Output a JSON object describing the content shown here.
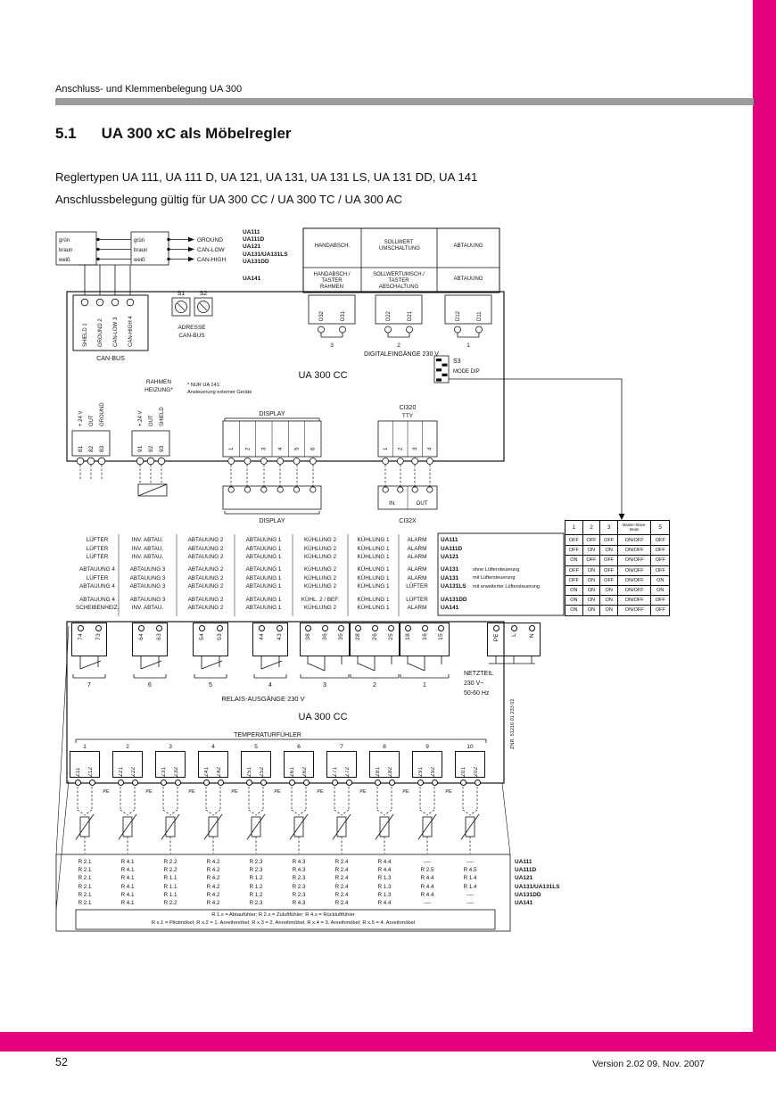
{
  "page": {
    "header_title": "Anschluss- und Klemmenbelegung UA 300",
    "section_number": "5.1",
    "section_title": "UA 300 xC als Möbelregler",
    "intro_line1": "Reglertypen UA 111, UA 111 D, UA 121, UA 131, UA 131 LS, UA 131 DD, UA 141",
    "intro_line2": "Anschlussbelegung gültig für UA 300 CC / UA 300 TC / UA 300 AC",
    "page_number": "52",
    "version_info": "Version 2.02   09. Nov. 2007",
    "accent_color": "#e5007d"
  },
  "cable": {
    "left_labels": [
      "grün",
      "braun",
      "weiß"
    ],
    "mid_labels": [
      "grün",
      "braun",
      "weiß"
    ],
    "signal_labels": [
      "GROUND",
      "CAN-LOW",
      "CAN-HIGH"
    ]
  },
  "canbus": {
    "terminal_labels": [
      "SHIELD  1",
      "GROUND  2",
      "CAN-LOW  3",
      "CAN-HIGH  4"
    ],
    "label": "CAN-BUS",
    "s1": "S1",
    "s2": "S2",
    "address_line1": "ADRESSE",
    "address_line2": "CAN-BUS"
  },
  "din": {
    "models_row1": [
      "UA111",
      "UA111D",
      "UA121",
      "UA131/UA131LS",
      "UA131DD"
    ],
    "model_row2": "UA141",
    "row1_cells": [
      "HANDABSCH.",
      "SOLLWERT UMSCHALTUNG",
      "ABTAUUNG"
    ],
    "row2_cells": [
      "HANDABSCH./ TASTER RAHMEN",
      "SOLLWERTUMSCH./ TASTER ABSCHALTUNG",
      "ABTAUUNG"
    ],
    "terminals": [
      "D32",
      "D31",
      "D22",
      "D21",
      "D12",
      "D11"
    ],
    "group_numbers": [
      "3",
      "2",
      "1"
    ],
    "caption": "DIGITALEINGÄNGE 230 V"
  },
  "unit": {
    "name_top": "UA 300 CC",
    "name_bottom": "UA 300 CC"
  },
  "mode_dip": {
    "s3": "S3",
    "label": "MODE DIP"
  },
  "rahmen": {
    "line1": "RAHMEN",
    "line2": "HEIZUNG*",
    "note_line1": "* NUR UA 141:",
    "note_line2": "Ansteuerung externer Geräte"
  },
  "aux": {
    "signals": [
      "+ 24 V",
      "OUT",
      "GROUND",
      "+ 24 V",
      "OUT",
      "SHIELD"
    ],
    "terminals": [
      "81",
      "82",
      "83",
      "91",
      "92",
      "93"
    ]
  },
  "display_top": {
    "label": "DISPLAY",
    "terminals": [
      "1",
      "2",
      "3",
      "4",
      "5",
      "6"
    ]
  },
  "ci320": {
    "line1": "CI320",
    "line2": "TTY",
    "terminals": [
      "1",
      "2",
      "3",
      "4"
    ]
  },
  "display_bottom": {
    "label": "DISPLAY"
  },
  "ci32x": {
    "label": "CI32X",
    "in_label": "IN.",
    "out_label": "OUT"
  },
  "function_table": {
    "groups": [
      {
        "rows": [
          {
            "cells": [
              "LÜFTER",
              "INV. ABTAU.",
              "ABTAUUNG 2",
              "ABTAUUNG 1",
              "KÜHLUNG 2",
              "KÜHLUNG 1",
              "ALARM"
            ],
            "model": "UA111",
            "suffix": ""
          },
          {
            "cells": [
              "LÜFTER",
              "INV. ABTAU.",
              "ABTAUUNG 2",
              "ABTAUUNG 1",
              "KÜHLUNG 2",
              "KÜHLUNG 1",
              "ALARM"
            ],
            "model": "UA111D",
            "suffix": ""
          },
          {
            "cells": [
              "LÜFTER",
              "INV. ABTAU.",
              "ABTAUUNG 2",
              "ABTAUUNG 1",
              "KÜHLUNG 2",
              "KÜHLUNG 1",
              "ALARM"
            ],
            "model": "UA121",
            "suffix": ""
          }
        ]
      },
      {
        "rows": [
          {
            "cells": [
              "ABTAUUNG 4",
              "ABTAUUNG 3",
              "ABTAUUNG 2",
              "ABTAUUNG 1",
              "KÜHLUNG 2",
              "KÜHLUNG 1",
              "ALARM"
            ],
            "model": "UA131",
            "suffix": "ohne Lüftersteuerung"
          },
          {
            "cells": [
              "LÜFTER",
              "ABTAUUNG 3",
              "ABTAUUNG 2",
              "ABTAUUNG 1",
              "KÜHLUNG 2",
              "KÜHLUNG 1",
              "ALARM"
            ],
            "model": "UA131",
            "suffix": "mit Lüftersteuerung"
          },
          {
            "cells": [
              "ABTAUUNG 4",
              "ABTAUUNG 3",
              "ABTAUUNG 2",
              "ABTAUUNG 1",
              "KÜHLUNG 2",
              "KÜHLUNG 1",
              "LÜFTER"
            ],
            "model": "UA131LS",
            "suffix": "mit erweiterter Lüftersteuerung"
          }
        ]
      },
      {
        "rows": [
          {
            "cells": [
              "ABTAUUNG 4",
              "ABTAUUNG 3",
              "ABTAUUNG 2",
              "ABTAUUNG 1",
              "KÜHL. 2 / BEF.",
              "KÜHLUNG 1",
              "LÜFTER"
            ],
            "model": "UA131DD",
            "suffix": ""
          },
          {
            "cells": [
              "SCHEIBENHEIZ.",
              "INV. ABTAU.",
              "ABTAUUNG 2",
              "ABTAUUNG 1",
              "KÜHLUNG 2",
              "KÜHLUNG 1",
              "ALARM"
            ],
            "model": "UA141",
            "suffix": ""
          }
        ]
      }
    ]
  },
  "mode_table": {
    "headers": [
      "1",
      "2",
      "3",
      "Master-Slave-Mode",
      "5"
    ],
    "rows": [
      [
        "OFF",
        "OFF",
        "OFF",
        "ON/OFF",
        "OFF"
      ],
      [
        "OFF",
        "ON",
        "ON",
        "ON/OFF",
        "OFF"
      ],
      [
        "ON",
        "OFF",
        "OFF",
        "ON/OFF",
        "OFF"
      ],
      [
        "OFF",
        "ON",
        "OFF",
        "ON/OFF",
        "OFF"
      ],
      [
        "OFF",
        "ON",
        "OFF",
        "ON/OFF",
        "ON"
      ],
      [
        "ON",
        "ON",
        "ON",
        "ON/OFF",
        "ON"
      ],
      [
        "ON",
        "ON",
        "ON",
        "ON/OFF",
        "OFF"
      ],
      [
        "ON",
        "ON",
        "ON",
        "ON/OFF",
        "OFF"
      ]
    ]
  },
  "relais": {
    "groups": [
      {
        "num": "7",
        "terminals": [
          "74",
          "73"
        ]
      },
      {
        "num": "6",
        "terminals": [
          "64",
          "63"
        ]
      },
      {
        "num": "5",
        "terminals": [
          "54",
          "53"
        ]
      },
      {
        "num": "4",
        "terminals": [
          "44",
          "43"
        ]
      },
      {
        "num": "3",
        "terminals": [
          "38",
          "36",
          "35"
        ]
      },
      {
        "num": "2",
        "terminals": [
          "28",
          "26",
          "25"
        ]
      },
      {
        "num": "1",
        "terminals": [
          "18",
          "16",
          "15"
        ]
      }
    ],
    "power_terminals": [
      "PE",
      "L",
      "N"
    ],
    "caption": "RELAIS-AUSGÄNGE 230 V",
    "netzteil": [
      "NETZTEIL",
      "230 V~",
      "50-60 Hz"
    ]
  },
  "znr": "ZNR. 51216 01 233 02",
  "temp": {
    "caption": "TEMPERATURFÜHLER",
    "groups": [
      {
        "num": "1",
        "terminals": [
          "Z11",
          "Z12"
        ]
      },
      {
        "num": "2",
        "terminals": [
          "Z21",
          "Z22"
        ]
      },
      {
        "num": "3",
        "terminals": [
          "Z31",
          "Z32"
        ]
      },
      {
        "num": "4",
        "terminals": [
          "Z41",
          "Z42"
        ]
      },
      {
        "num": "5",
        "terminals": [
          "Z51",
          "Z52"
        ]
      },
      {
        "num": "6",
        "terminals": [
          "Z61",
          "Z62"
        ]
      },
      {
        "num": "7",
        "terminals": [
          "Z71",
          "Z72"
        ]
      },
      {
        "num": "8",
        "terminals": [
          "Z81",
          "Z82"
        ]
      },
      {
        "num": "9",
        "terminals": [
          "Z91",
          "Z92"
        ]
      },
      {
        "num": "10",
        "terminals": [
          "Z01",
          "Z02"
        ]
      }
    ],
    "pe_labels": [
      "PE",
      "PE",
      "PE",
      "PE",
      "PE",
      "PE",
      "PE",
      "PE",
      "PE"
    ]
  },
  "sensor_table": {
    "rows": [
      {
        "model": "UA111",
        "cells": [
          "R 2.1",
          "R 4.1",
          "R 2.2",
          "R 4.2",
          "R 2.3",
          "R 4.3",
          "R 2.4",
          "R 4.4",
          "----",
          "----"
        ]
      },
      {
        "model": "UA111D",
        "cells": [
          "R 2.1",
          "R 4.1",
          "R 2.2",
          "R 4.2",
          "R 2.3",
          "R 4.3",
          "R 2.4",
          "R 4.4",
          "R 2.5",
          "R 4.5"
        ]
      },
      {
        "model": "UA121",
        "cells": [
          "R 2.1",
          "R 4.1",
          "R 1.1",
          "R 4.2",
          "R 1.2",
          "R 2.3",
          "R 2.4",
          "R 1.3",
          "R 4.4",
          "R 1.4"
        ]
      },
      {
        "model": "UA131/UA131LS",
        "cells": [
          "R 2.1",
          "R 4.1",
          "R 1.1",
          "R 4.2",
          "R 1.2",
          "R 2.3",
          "R 2.4",
          "R 1.3",
          "R 4.4",
          "R 1.4"
        ]
      },
      {
        "model": "UA131DD",
        "cells": [
          "R 2.1",
          "R 4.1",
          "R 1.1",
          "R 4.2",
          "R 1.2",
          "R 2.3",
          "R 2.4",
          "R 1.3",
          "R 4.4",
          "----"
        ]
      },
      {
        "model": "UA141",
        "cells": [
          "R 2.1",
          "R 4.1",
          "R 2.2",
          "R 4.2",
          "R 2.3",
          "R 4.3",
          "R 2.4",
          "R 4.4",
          "----",
          "----"
        ]
      }
    ],
    "footnote_line1": "R 1.x = Abtaufühler;  R 2.x = Zuluftfühler;  R 4.x = Rückluftfühler",
    "footnote_line2": "R x.1 = Pilotmöbel;  R x.2 = 1. Anreihmöbel;  R x.3 = 2. Anreihmöbel;  R x.4 = 3. Anreihmöbel;  R x.5 = 4. Anreihmöbel"
  }
}
